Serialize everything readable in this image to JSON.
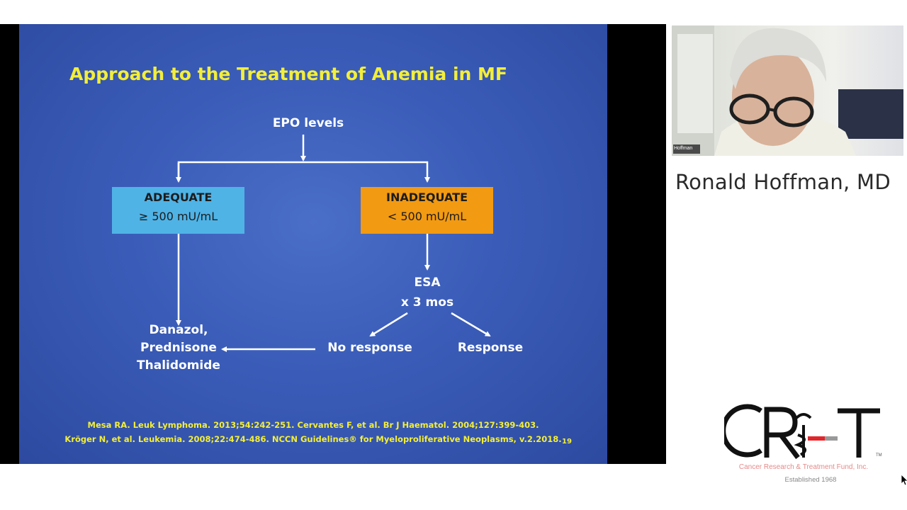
{
  "slide": {
    "title": "Approach to the Treatment of Anemia in MF",
    "root": "EPO levels",
    "adequate": {
      "label": "ADEQUATE",
      "value": "≥ 500 mU/mL",
      "color": "#4fb3e6"
    },
    "inadequate": {
      "label": "INADEQUATE",
      "value": "< 500 mU/mL",
      "color": "#f29a12"
    },
    "esa": {
      "line1": "ESA",
      "line2": "x 3 mos"
    },
    "no_response": "No response",
    "response": "Response",
    "treatments": [
      "Danazol,",
      "Prednisone",
      "Thalidomide"
    ],
    "references": [
      "Mesa RA. Leuk Lymphoma. 2013;54:242-251. Cervantes F, et al. Br J Haematol. 2004;127:399-403.",
      "Kröger N, et al. Leukemia. 2008;22:474-486. NCCN Guidelines® for Myeloproliferative Neoplasms, v.2.2018."
    ],
    "slide_number": "19",
    "title_color": "#f3ee3a"
  },
  "webcam": {
    "label": "Hoffman"
  },
  "speaker": {
    "name": "Ronald Hoffman, MD"
  },
  "logo": {
    "tagline": "Cancer Research & Treatment Fund, Inc.",
    "established": "Established 1968",
    "accent_color": "#e0262b"
  }
}
